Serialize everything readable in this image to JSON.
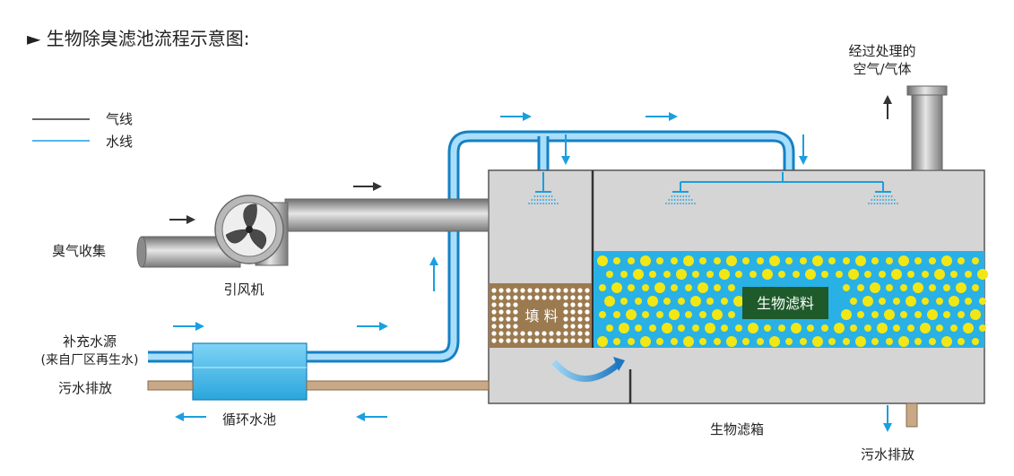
{
  "title": "► 生物除臭滤池流程示意图:",
  "legend": {
    "air_line": "气线",
    "water_line": "水线"
  },
  "labels": {
    "treated_output_line1": "经过处理的",
    "treated_output_line2": "空气/气体",
    "odor_collection": "臭气收集",
    "fan": "引风机",
    "makeup_water_line1": "补充水源",
    "makeup_water_line2": "(来自厂区再生水)",
    "drain_left": "污水排放",
    "circulation_tank": "循环水池",
    "packing": "填 料",
    "bio_media": "生物滤料",
    "bio_filter_box": "生物滤箱",
    "drain_bottom": "污水排放"
  },
  "colors": {
    "water": "#1a9fe0",
    "air_arrow": "#333333",
    "pipe_gray": "#9a9a9a",
    "tank": "#d9d9d9",
    "media_bg": "#29b1e6",
    "media_ball": "#f2e714",
    "packing": "#9c7a4f",
    "bio_label_bg": "#1e5a2a"
  }
}
